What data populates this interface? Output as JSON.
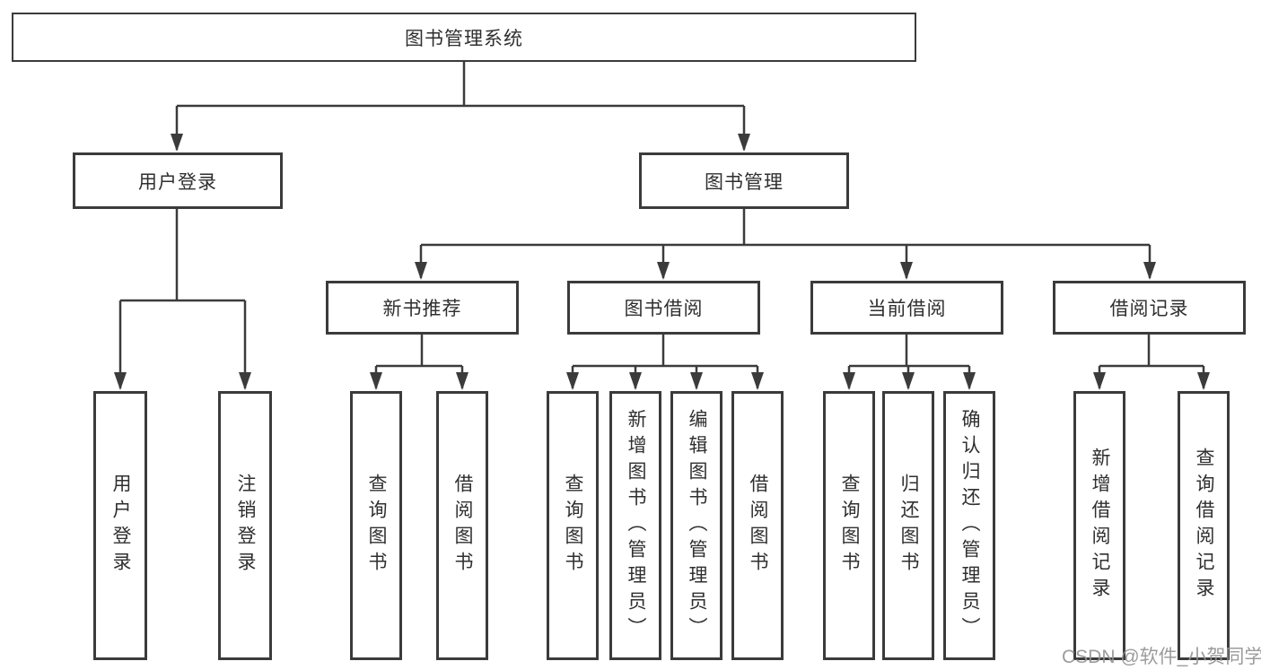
{
  "diagram_title": "图书管理系统",
  "root": {
    "label": "图书管理系统"
  },
  "branches": [
    {
      "label": "用户登录",
      "leaves": [
        {
          "label": "用户登录"
        },
        {
          "label": "注销登录"
        }
      ]
    },
    {
      "label": "图书管理",
      "groups": [
        {
          "label": "新书推荐",
          "leaves": [
            {
              "label": "查询图书"
            },
            {
              "label": "借阅图书"
            }
          ]
        },
        {
          "label": "图书借阅",
          "leaves": [
            {
              "label": "查询图书"
            },
            {
              "label": "新增图书（管理员）"
            },
            {
              "label": "编辑图书（管理员）"
            },
            {
              "label": "借阅图书"
            }
          ]
        },
        {
          "label": "当前借阅",
          "leaves": [
            {
              "label": "查询图书"
            },
            {
              "label": "归还图书"
            },
            {
              "label": "确认归还（管理员）"
            }
          ]
        },
        {
          "label": "借阅记录",
          "leaves": [
            {
              "label": "新增借阅记录"
            },
            {
              "label": "查询借阅记录"
            }
          ]
        }
      ]
    }
  ],
  "watermark": "CSDN @软件_小贺同学",
  "colors": {
    "line": "#3b3b3b",
    "text": "#2f2f2f",
    "watermark": "#949494",
    "background": "#ffffff"
  }
}
